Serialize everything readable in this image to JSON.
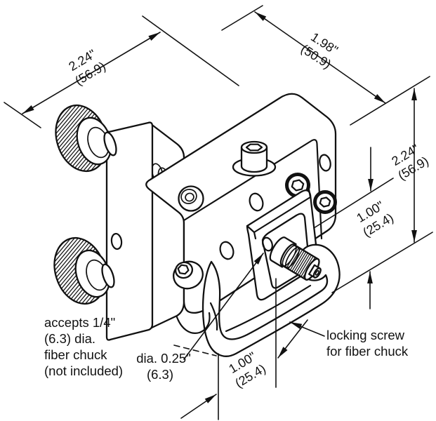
{
  "figure": {
    "type": "isometric technical line drawing",
    "subject": "fiber chuck positioning mount with knurled adjustment knobs"
  },
  "colors": {
    "line": "#111111",
    "background": "#ffffff"
  },
  "dimensions": {
    "top_left": {
      "inches": "2.24\"",
      "metric": "(56.9)"
    },
    "top_right": {
      "inches": "1.98\"",
      "metric": "(50.9)"
    },
    "right_height": {
      "inches": "2.24\"",
      "metric": "(56.9)"
    },
    "right_offset": {
      "inches": "1.00\"",
      "metric": "(25.4)"
    },
    "bottom_offset": {
      "inches": "1.00\"",
      "metric": "(25.4)"
    }
  },
  "labels": {
    "accepts_note": {
      "line1": "accepts 1/4\"",
      "line2": "(6.3) dia.",
      "line3": "fiber chuck",
      "line4": "(not included)"
    },
    "diameter_note": {
      "line1": "dia. 0.25\"",
      "line2": "(6.3)"
    },
    "locking_note": {
      "line1": "locking screw",
      "line2": "for fiber chuck"
    }
  }
}
